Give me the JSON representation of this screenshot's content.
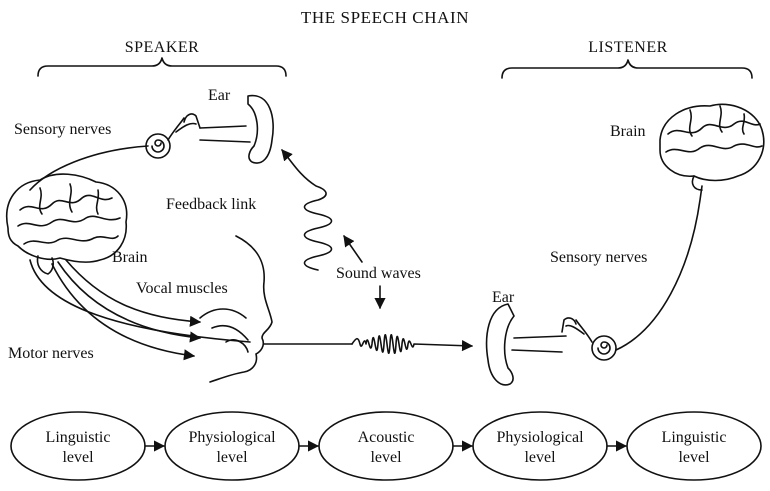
{
  "title": "THE SPEECH CHAIN",
  "headers": {
    "speaker": "SPEAKER",
    "listener": "LISTENER"
  },
  "speaker_labels": {
    "ear": "Ear",
    "sensory_nerves": "Sensory nerves",
    "feedback_link": "Feedback link",
    "brain": "Brain",
    "vocal_muscles": "Vocal muscles",
    "motor_nerves": "Motor nerves"
  },
  "sound_waves": "Sound waves",
  "listener_labels": {
    "brain": "Brain",
    "sensory_nerves": "Sensory nerves",
    "ear": "Ear"
  },
  "levels": [
    {
      "line1": "Linguistic",
      "line2": "level"
    },
    {
      "line1": "Physiological",
      "line2": "level"
    },
    {
      "line1": "Acoustic",
      "line2": "level"
    },
    {
      "line1": "Physiological",
      "line2": "level"
    },
    {
      "line1": "Linguistic",
      "line2": "level"
    }
  ]
}
